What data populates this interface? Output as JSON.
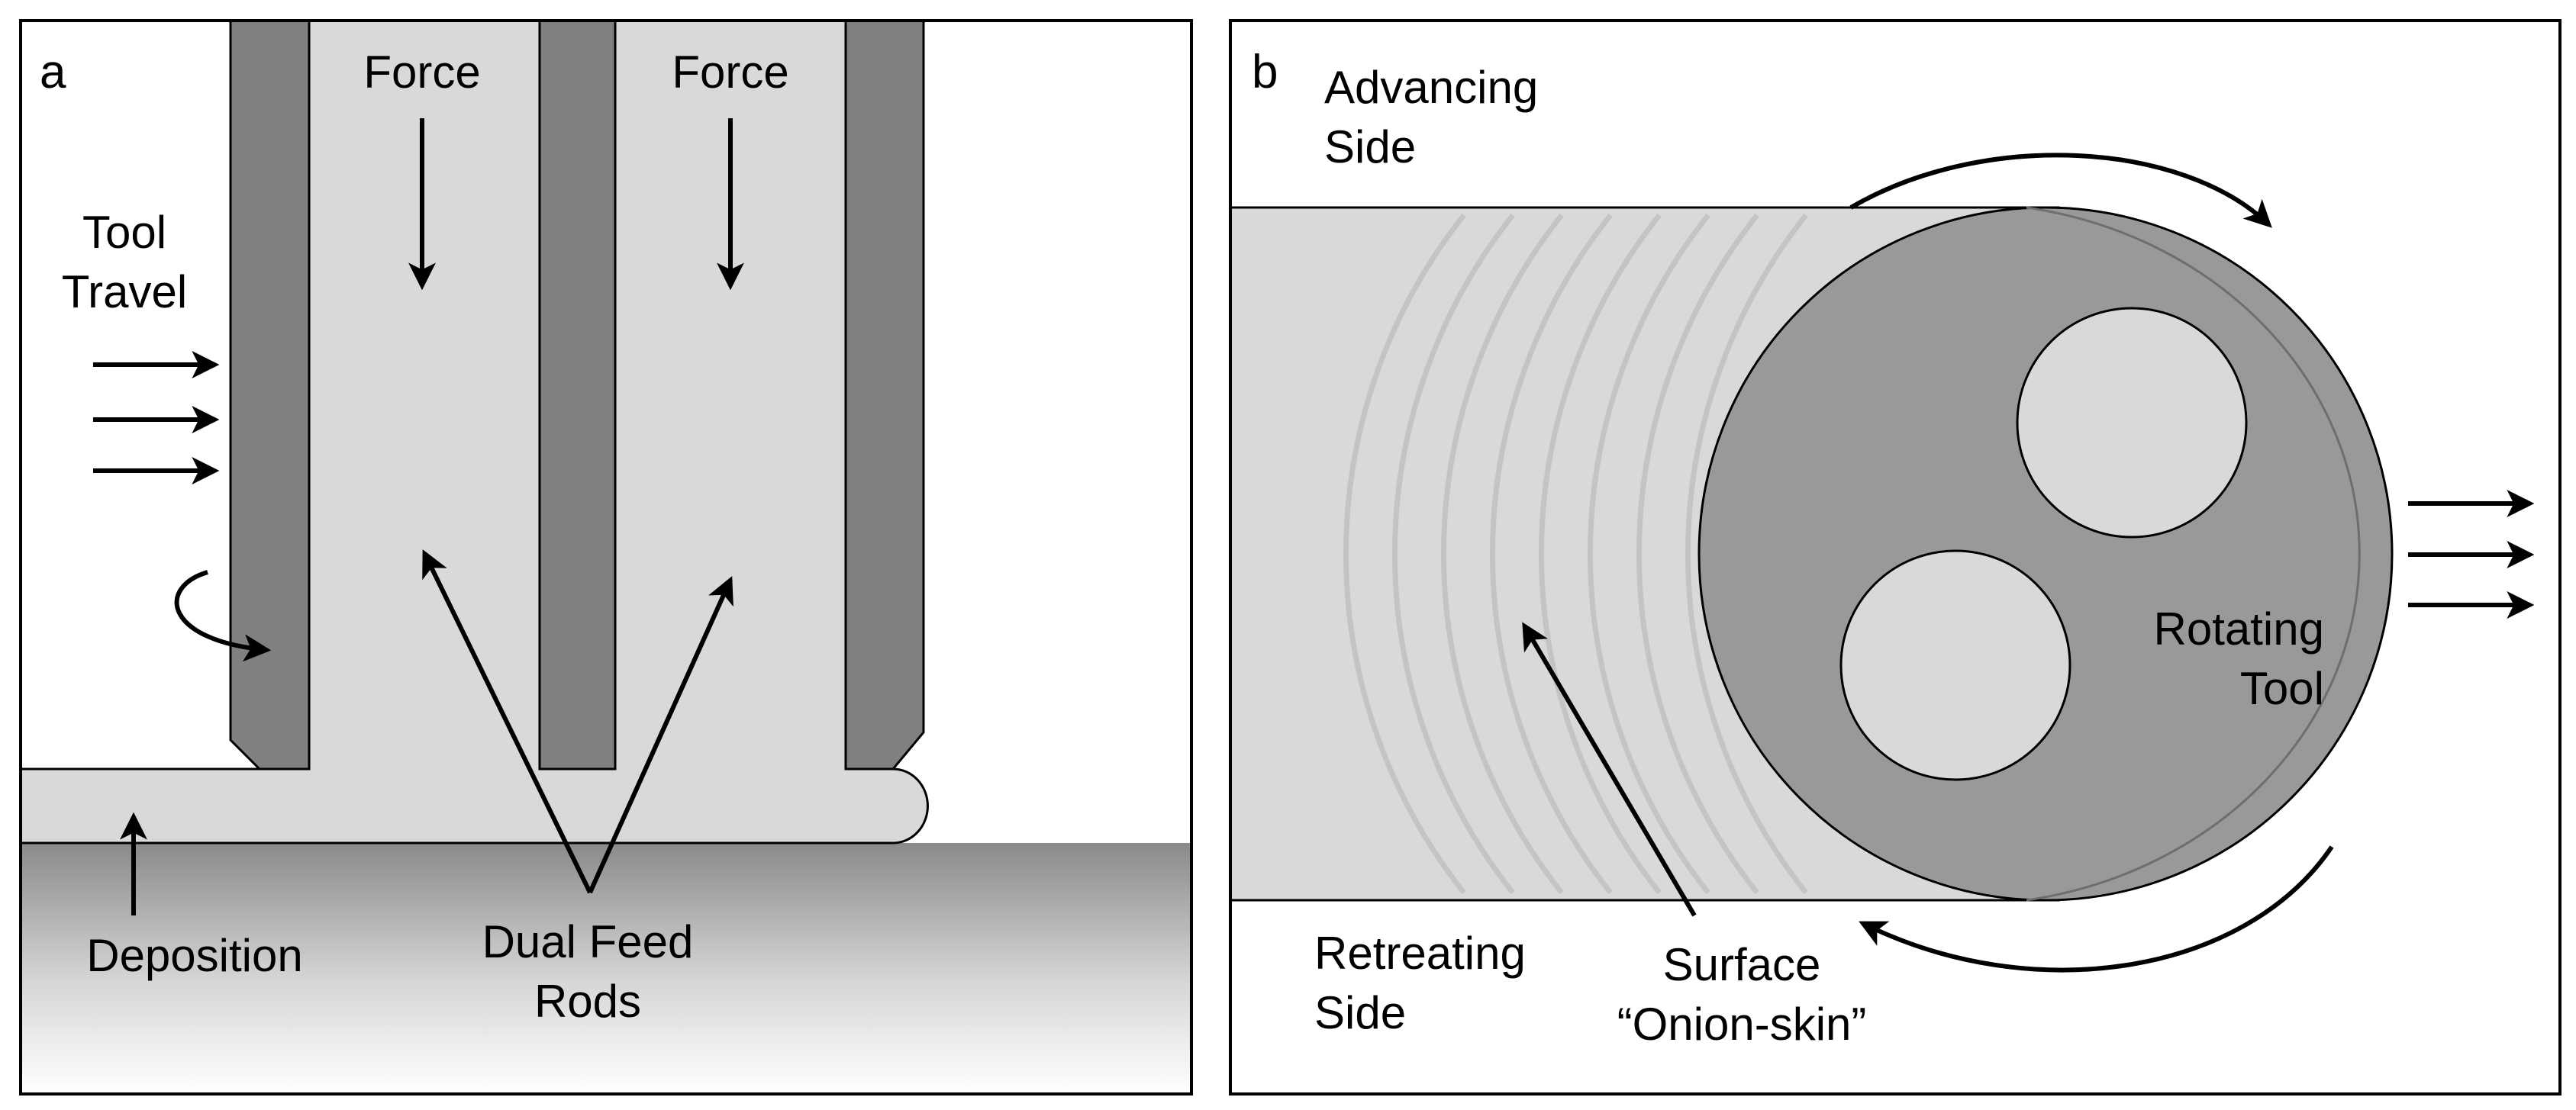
{
  "panel_a": {
    "letter": "a",
    "force_left": "Force",
    "force_right": "Force",
    "tool_travel": [
      "Tool",
      "Travel"
    ],
    "deposition": "Deposition",
    "dual_feed_rods": [
      "Dual Feed",
      "Rods"
    ]
  },
  "panel_b": {
    "letter": "b",
    "advancing_side": [
      "Advancing",
      "Side"
    ],
    "retreating_side": [
      "Retreating",
      "Side"
    ],
    "surface_onion_skin": [
      "Surface",
      "“Onion-skin”"
    ],
    "rotating_tool": [
      "Rotating",
      "Tool"
    ]
  },
  "colors": {
    "tool_dark": "#808080",
    "material_light": "#d9d9d9",
    "tool_face": "#999999",
    "onion_ring": "#c4c4c4",
    "substrate_top": "#8a8a8a",
    "substrate_bottom": "#ffffff",
    "outline": "#000000"
  }
}
